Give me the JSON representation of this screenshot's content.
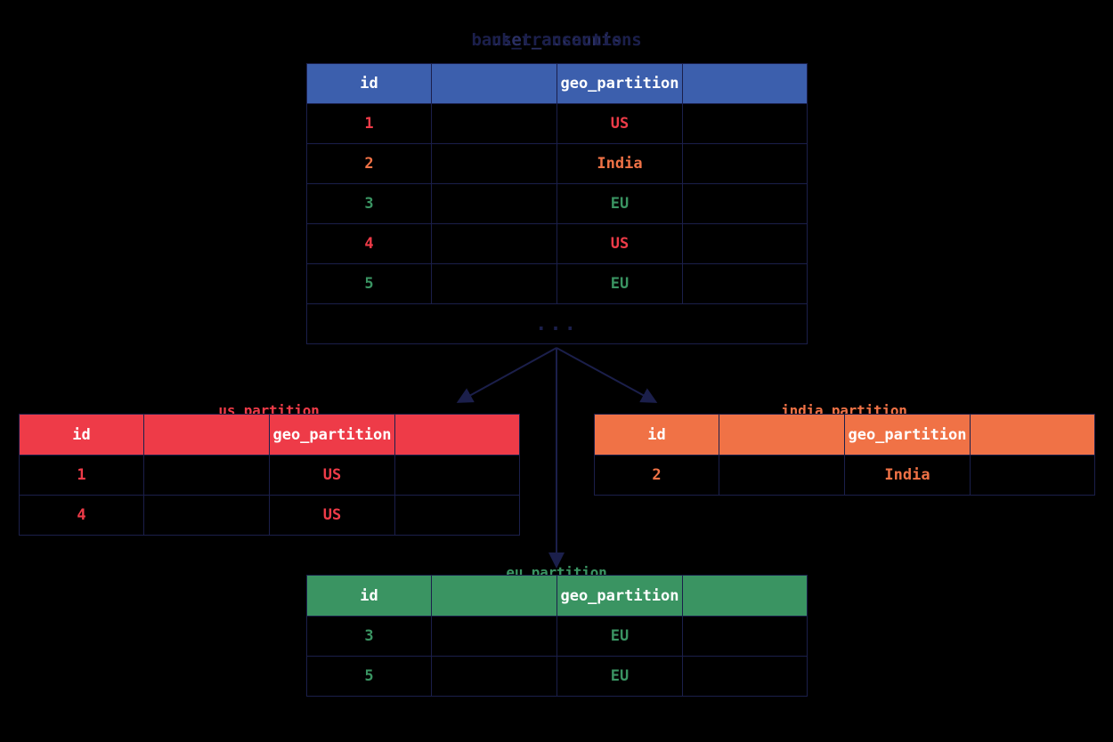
{
  "diagram": {
    "type": "geo-partition-table-split",
    "background_color": "#000000",
    "line_color": "#1b1f4b",
    "colors": {
      "main_header": "#3c5fad",
      "us_partition": "#ee3b48",
      "india_partition": "#f07246",
      "eu_partition": "#3a9462"
    }
  },
  "main_table": {
    "title": "bank_transactions",
    "title_overlay": "user_accounts",
    "header_color": "#3c5fad",
    "columns": [
      "id",
      "",
      "geo_partition",
      ""
    ],
    "rows": [
      {
        "id": "1",
        "blank1": "",
        "geo_partition": "US",
        "blank2": "",
        "color": "#ee3b48"
      },
      {
        "id": "2",
        "blank1": "",
        "geo_partition": "India",
        "blank2": "",
        "color": "#f07246"
      },
      {
        "id": "3",
        "blank1": "",
        "geo_partition": "EU",
        "blank2": "",
        "color": "#3a9462"
      },
      {
        "id": "4",
        "blank1": "",
        "geo_partition": "US",
        "blank2": "",
        "color": "#ee3b48"
      },
      {
        "id": "5",
        "blank1": "",
        "geo_partition": "EU",
        "blank2": "",
        "color": "#3a9462"
      }
    ],
    "overflow_indicator": "..."
  },
  "partitions": [
    {
      "key": "us",
      "title": "us_partition",
      "header_color": "#ee3b48",
      "columns": [
        "id",
        "",
        "geo_partition",
        ""
      ],
      "rows": [
        {
          "id": "1",
          "blank1": "",
          "geo_partition": "US",
          "blank2": ""
        },
        {
          "id": "4",
          "blank1": "",
          "geo_partition": "US",
          "blank2": ""
        }
      ]
    },
    {
      "key": "india",
      "title": "india_partition",
      "header_color": "#f07246",
      "columns": [
        "id",
        "",
        "geo_partition",
        ""
      ],
      "rows": [
        {
          "id": "2",
          "blank1": "",
          "geo_partition": "India",
          "blank2": ""
        }
      ]
    },
    {
      "key": "eu",
      "title": "eu_partition",
      "header_color": "#3a9462",
      "columns": [
        "id",
        "",
        "geo_partition",
        ""
      ],
      "rows": [
        {
          "id": "3",
          "blank1": "",
          "geo_partition": "EU",
          "blank2": ""
        },
        {
          "id": "5",
          "blank1": "",
          "geo_partition": "EU",
          "blank2": ""
        }
      ]
    }
  ]
}
